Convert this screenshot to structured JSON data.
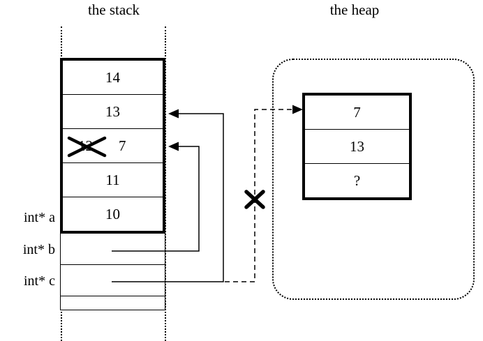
{
  "titles": {
    "stack": "the stack",
    "heap": "the heap"
  },
  "stack": {
    "rows": {
      "r0": "14",
      "r1": "13",
      "r3": "11",
      "r4": "10"
    },
    "crossed": {
      "old_value": "12",
      "new_value": "7"
    }
  },
  "pointers": {
    "a": "int* a",
    "b": "int* b",
    "c": "int* c"
  },
  "heap": {
    "rows": {
      "r0": "7",
      "r1": "13",
      "r2": "?"
    }
  },
  "colors": {
    "line": "#000000",
    "background": "#ffffff"
  }
}
